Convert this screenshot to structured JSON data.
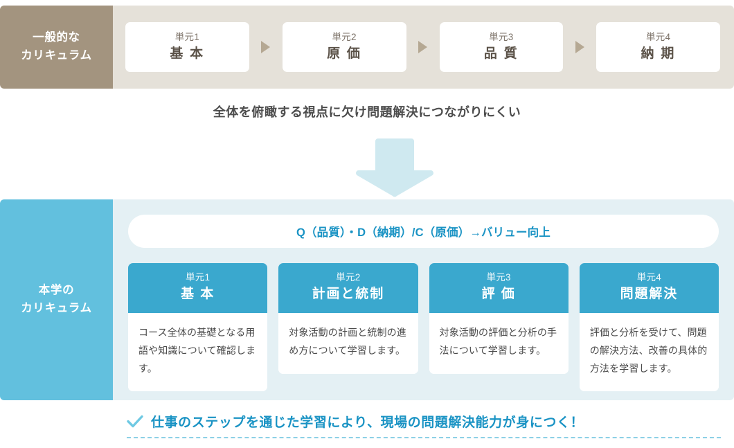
{
  "general": {
    "label_line1": "一般的な",
    "label_line2": "カリキュラム",
    "units": [
      {
        "no": "単元1",
        "title": "基 本"
      },
      {
        "no": "単元2",
        "title": "原 価"
      },
      {
        "no": "単元3",
        "title": "品 質"
      },
      {
        "no": "単元4",
        "title": "納 期"
      }
    ],
    "separator_icon": "triangle-right-icon"
  },
  "middle": {
    "caption": "全体を俯瞰する視点に欠け問題解決につながりにくい",
    "arrow_icon": "arrow-down-icon"
  },
  "ours": {
    "label_line1": "本学の",
    "label_line2": "カリキュラム",
    "banner": "Q（品質）・D（納期）/C（原価）→バリュー向上",
    "units": [
      {
        "no": "単元1",
        "title": "基 本",
        "desc": "コース全体の基礎となる用語や知識について確認します。"
      },
      {
        "no": "単元2",
        "title": "計画と統制",
        "desc": "対象活動の計画と統制の進め方について学習します。"
      },
      {
        "no": "単元3",
        "title": "評 価",
        "desc": "対象活動の評価と分析の手法について学習します。"
      },
      {
        "no": "単元4",
        "title": "問題解決",
        "desc": "評価と分析を受けて、問題の解決方法、改善の具体的方法を学習します。"
      }
    ]
  },
  "footer": {
    "check_icon": "check-icon",
    "text": "仕事のステップを通じた学習により、現場の問題解決能力が身につく！"
  },
  "colors": {
    "brown": "#a3947f",
    "beige": "#e5e1d9",
    "sky": "#62c0de",
    "card_blue": "#3aa8ce",
    "pale_blue": "#e4f0f4",
    "accent_text": "#1a93c4",
    "arrow_fill": "#cfe9f0"
  }
}
